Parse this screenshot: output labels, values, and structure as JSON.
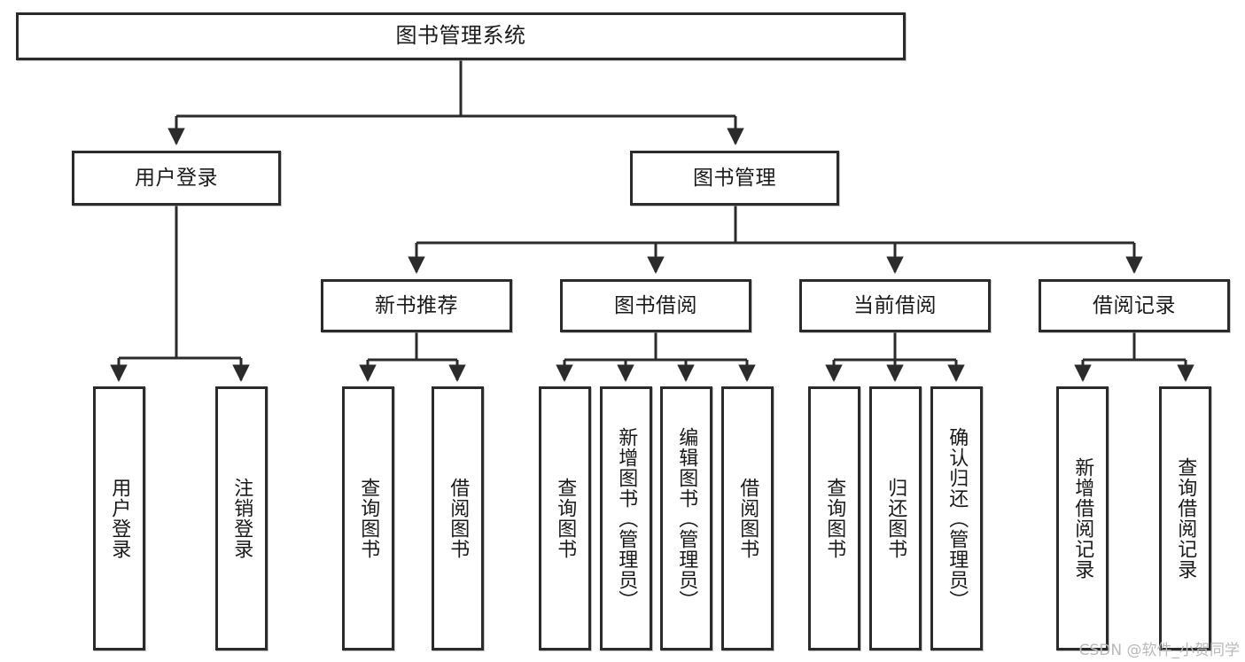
{
  "diagram": {
    "title": "图书管理系统",
    "type": "tree",
    "root": {
      "id": "root",
      "label": "图书管理系统"
    },
    "level2": [
      {
        "id": "user-login",
        "label": "用户登录"
      },
      {
        "id": "book-management",
        "label": "图书管理"
      }
    ],
    "level3": [
      {
        "id": "new-book-recommend",
        "label": "新书推荐"
      },
      {
        "id": "book-borrow",
        "label": "图书借阅"
      },
      {
        "id": "current-borrow",
        "label": "当前借阅"
      },
      {
        "id": "borrow-record",
        "label": "借阅记录"
      }
    ],
    "leaves": {
      "user_login": [
        {
          "id": "leaf-user-login",
          "label": "用户登录"
        },
        {
          "id": "leaf-logout",
          "label": "注销登录"
        }
      ],
      "new_book_recommend": [
        {
          "id": "leaf-query-book-1",
          "label": "查询图书"
        },
        {
          "id": "leaf-borrow-book-1",
          "label": "借阅图书"
        }
      ],
      "book_borrow": [
        {
          "id": "leaf-query-book-2",
          "label": "查询图书"
        },
        {
          "id": "leaf-add-book",
          "label": "新增图书（管理员）"
        },
        {
          "id": "leaf-edit-book",
          "label": "编辑图书（管理员）"
        },
        {
          "id": "leaf-borrow-book-2",
          "label": "借阅图书"
        }
      ],
      "current_borrow": [
        {
          "id": "leaf-query-book-3",
          "label": "查询图书"
        },
        {
          "id": "leaf-return-book",
          "label": "归还图书"
        },
        {
          "id": "leaf-confirm-return",
          "label": "确认归还（管理员）"
        }
      ],
      "borrow_record": [
        {
          "id": "leaf-add-record",
          "label": "新增借阅记录"
        },
        {
          "id": "leaf-query-record",
          "label": "查询借阅记录"
        }
      ]
    }
  },
  "watermark": {
    "text": "CSDN @软件_小贺同学"
  },
  "colors": {
    "stroke": "#2b2b2b",
    "box_fill": "#ffffff",
    "text": "#1a1a1a",
    "background": "#ffffff",
    "watermark": "#b9b9b9"
  }
}
